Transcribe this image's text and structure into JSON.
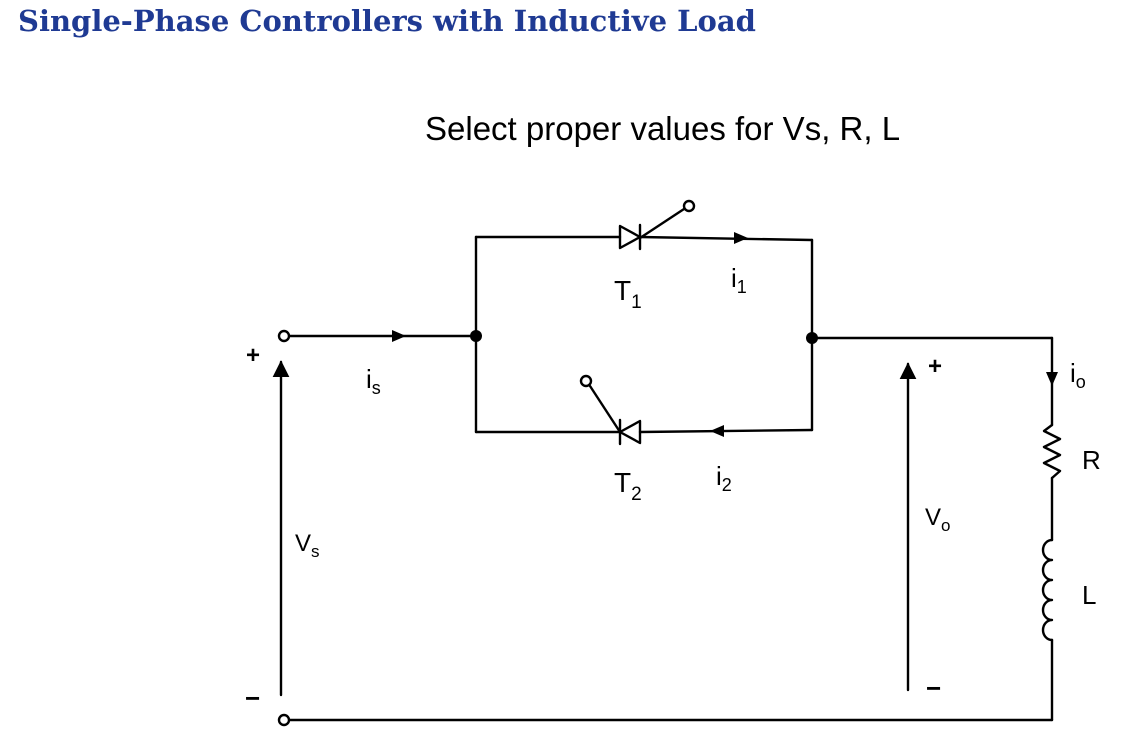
{
  "title": "Single-Phase Controllers with Inductive Load",
  "subtitle": "Select proper values for Vs, R, L",
  "colors": {
    "title": "#1f3a93",
    "wire": "#000000"
  },
  "diagram": {
    "thyristor_1": {
      "label_main": "T",
      "label_sub": "1"
    },
    "thyristor_2": {
      "label_main": "T",
      "label_sub": "2"
    },
    "current_1": {
      "label_main": "i",
      "label_sub": "1"
    },
    "current_2": {
      "label_main": "i",
      "label_sub": "2"
    },
    "current_s": {
      "label_main": "i",
      "label_sub": "s"
    },
    "current_o": {
      "label_main": "i",
      "label_sub": "o"
    },
    "source_voltage": {
      "label_main": "V",
      "label_sub": "s"
    },
    "output_voltage": {
      "label_main": "V",
      "label_sub": "o"
    },
    "resistor": {
      "label": "R"
    },
    "inductor": {
      "label": "L"
    },
    "polarity": {
      "plus": "+",
      "minus": "−"
    }
  }
}
